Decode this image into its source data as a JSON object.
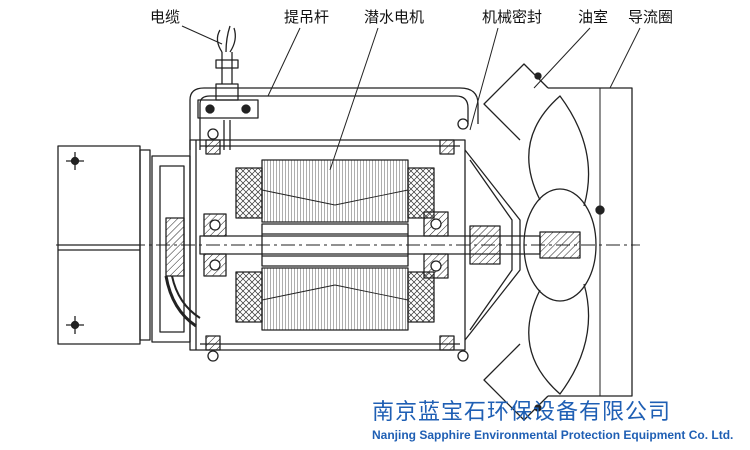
{
  "labels": {
    "cable": "电缆",
    "lift_rod": "提吊杆",
    "submersible_motor": "潜水电机",
    "mechanical_seal": "机械密封",
    "oil_chamber": "油室",
    "guide_ring": "导流圈"
  },
  "company": {
    "name_cn": "南京蓝宝石环保设备有限公司",
    "name_en": "Nanjing Sapphire Environmental Protection Equipment Co. Ltd."
  },
  "colors": {
    "line": "#222222",
    "company_text": "#1f5fb4"
  }
}
